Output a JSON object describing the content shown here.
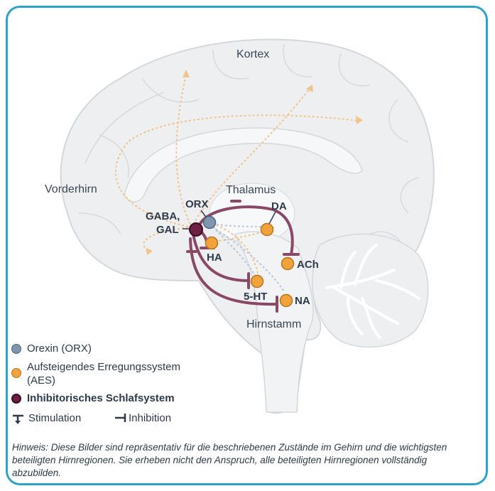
{
  "colors": {
    "frame": "#2fa3c7",
    "brain_fill": "#eeeff1",
    "brain_stroke": "#d4d7dc",
    "orexin": "#7f96ae",
    "aes": "#f2a23b",
    "inhibitory": "#6e1f44",
    "pathway": "#8a4867",
    "dotted_aes": "#f2c48c",
    "dotted_orx": "#b8c8dc",
    "text_dark": "#2c3a4a"
  },
  "regions": {
    "cortex": "Kortex",
    "forebrain": "Vorderhirn",
    "thalamus": "Thalamus",
    "brainstem": "Hirnstamm"
  },
  "nodes": {
    "orx": "ORX",
    "gaba_line1": "GABA,",
    "gaba_line2": "GAL",
    "da": "DA",
    "ha": "HA",
    "ach": "ACh",
    "ht": "5-HT",
    "na": "NA"
  },
  "legend": {
    "orexin": "Orexin (ORX)",
    "aes_line1": "Aufsteigendes Erregungssystem",
    "aes_line2": "(AES)",
    "inhibitory": "Inhibitorisches Schlafsystem",
    "stimulation": "Stimulation",
    "inhibition": "Inhibition"
  },
  "note": "Hinweis: Diese Bilder sind repräsentativ für die beschriebenen Zustände im Gehirn und die wichtigsten beteiligten Hirnregionen. Sie erheben nicht den Anspruch, alle beteiligten Hirnregionen vollständig abzubilden."
}
